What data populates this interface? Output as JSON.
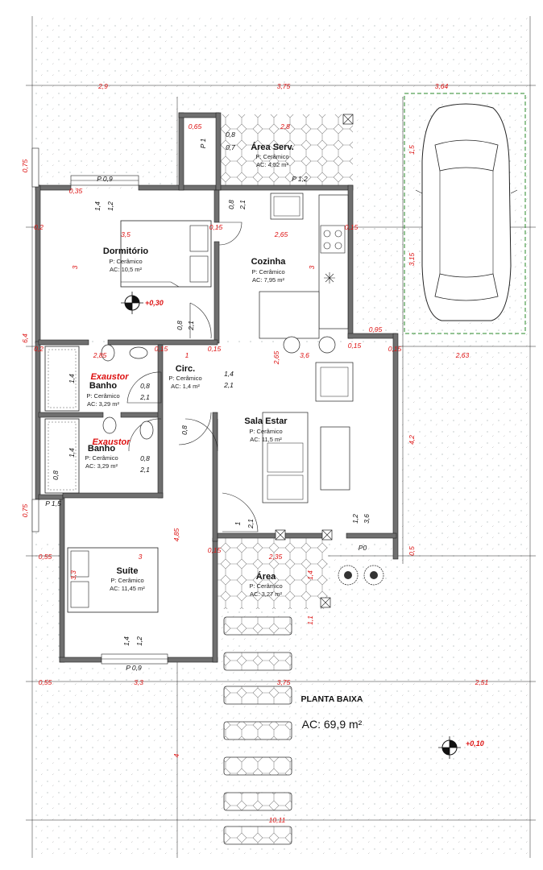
{
  "plan_title": "PLANTA BAIXA",
  "total_area": "AC: 69,9 m²",
  "levels": {
    "house": "+0,30",
    "yard": "+0,10"
  },
  "rooms": {
    "dormitorio": {
      "name": "Dormitório",
      "floor": "P: Cerâmico",
      "area": "AC: 10,5 m²"
    },
    "cozinha": {
      "name": "Cozinha",
      "floor": "P: Cerâmico",
      "area": "AC: 7,95 m²"
    },
    "area_serv": {
      "name": "Área Serv.",
      "floor": "P: Cerâmico",
      "area": "AC: 4,52 m²"
    },
    "circ": {
      "name": "Circ.",
      "floor": "P: Cerâmico",
      "area": "AC: 1,4 m²"
    },
    "banho1": {
      "name": "Banho",
      "floor": "P: Cerâmico",
      "area": "AC: 3,29 m²"
    },
    "banho2": {
      "name": "Banho",
      "floor": "P: Cerâmico",
      "area": "AC: 3,29 m²"
    },
    "sala": {
      "name": "Sala Estar",
      "floor": "P: Cerâmico",
      "area": "AC: 11,5 m²"
    },
    "suite": {
      "name": "Suíte",
      "floor": "P: Cerâmico",
      "area": "AC: 11,45 m²"
    },
    "area": {
      "name": "Área",
      "floor": "P: Cerâmico",
      "area": "AC: 3,27 m²"
    }
  },
  "exaustor_label": "Exaustor",
  "doors": {
    "p0": "P0",
    "p09_top": "P 0,9",
    "p09_bottom": "P 0,9",
    "p12": "P 1,2",
    "p15": "P 1,5",
    "p1": "P 1"
  },
  "dims_top": [
    "2,9",
    "3,75",
    "3,64"
  ],
  "dims_mid": [
    "0,55",
    "3",
    "0,15",
    "2,35"
  ],
  "dims_bottom": [
    "0,55",
    "3,3",
    "3,75",
    "2,51"
  ],
  "dims_total": "10,11",
  "dims_left": [
    "0,75",
    "6,4",
    "0,75"
  ],
  "dims_right": [
    "1,5",
    "3,15",
    "0,95",
    "2,63",
    "4,2",
    "0,5"
  ],
  "dims_inner": {
    "d_2_8": "2,8",
    "d_3_5": "3,5",
    "d_2_65": "2,65",
    "d_3": "3",
    "d_2_85": "2,85",
    "d_1": "1",
    "d_3_6": "3,6",
    "d_4_85": "4,85",
    "d_4": "4",
    "d_0_15": "0,15",
    "d_0_65": "0,65",
    "d_0_8": "0,8",
    "d_0_7": "0,7",
    "d_0_2": "0,2",
    "d_0_35": "0,35",
    "d_1_4": "1,4",
    "d_1_2": "1,2",
    "d_2_1": "2,1",
    "d_1_1": "1,1",
    "d_3_3": "3,3",
    "d_3_6b": "3,6",
    "d_2_65b": "2,65"
  }
}
